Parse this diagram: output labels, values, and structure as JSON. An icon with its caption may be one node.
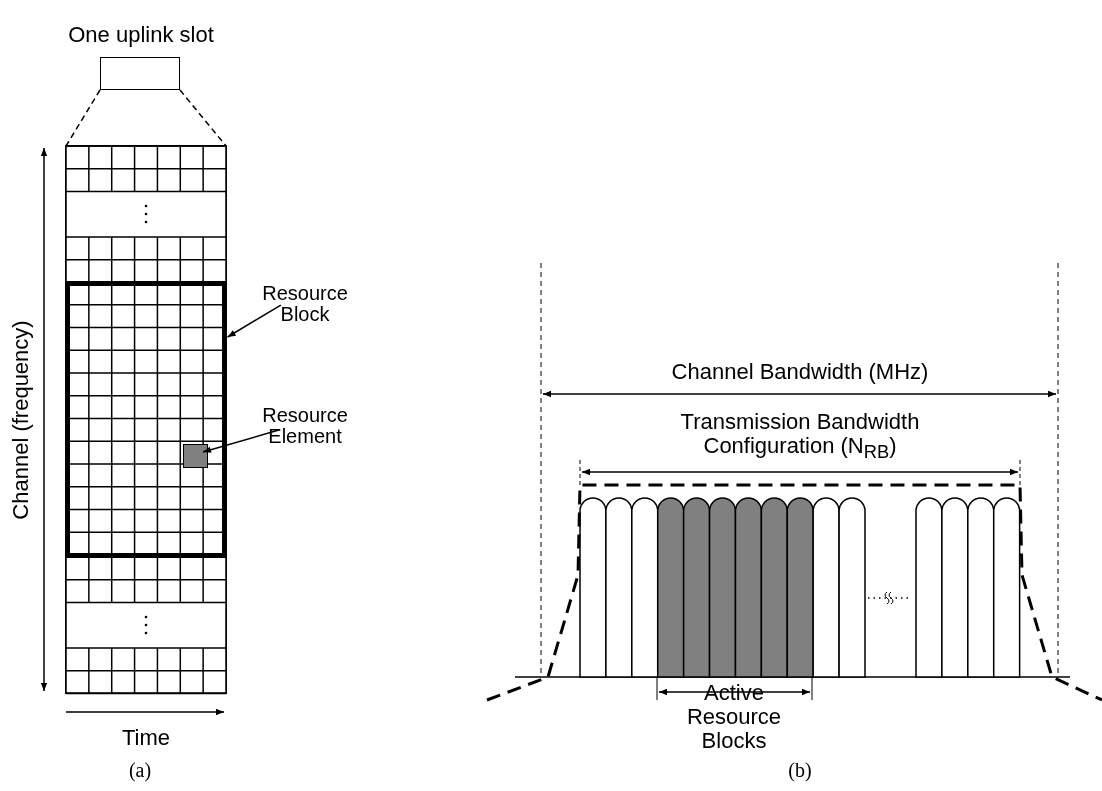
{
  "diagram": {
    "nodes": [
      {
        "text": [
          "One uplink slot"
        ]
      },
      {
        "text": [],
        "shape": "box"
      },
      {
        "text": [],
        "shape": "box",
        "in": 1
      },
      {
        "text": [],
        "shape": "box",
        "in": 2
      },
      {
        "text": [
          "Resource Block"
        ]
      },
      {
        "text": [
          "Resource Element"
        ]
      }
    ],
    "edges": [
      {
        "from": 0,
        "to": 1,
        "arrow": "none",
        "style": "dashed"
      },
      {
        "from": 0,
        "to": 1,
        "arrow": "none",
        "style": "dashed"
      },
      {
        "from": 4,
        "to": 2,
        "arrow": "to"
      },
      {
        "from": 5,
        "to": 3,
        "arrow": "to"
      }
    ],
    "labels": [
      "Channel (frequency)",
      "Time",
      "(a)",
      "Channel Bandwidth (MHz)",
      "Transmission Bandwidth Configuration (N$_{RB}$)",
      "Active Resource Blocks",
      "(b)"
    ]
  }
}
